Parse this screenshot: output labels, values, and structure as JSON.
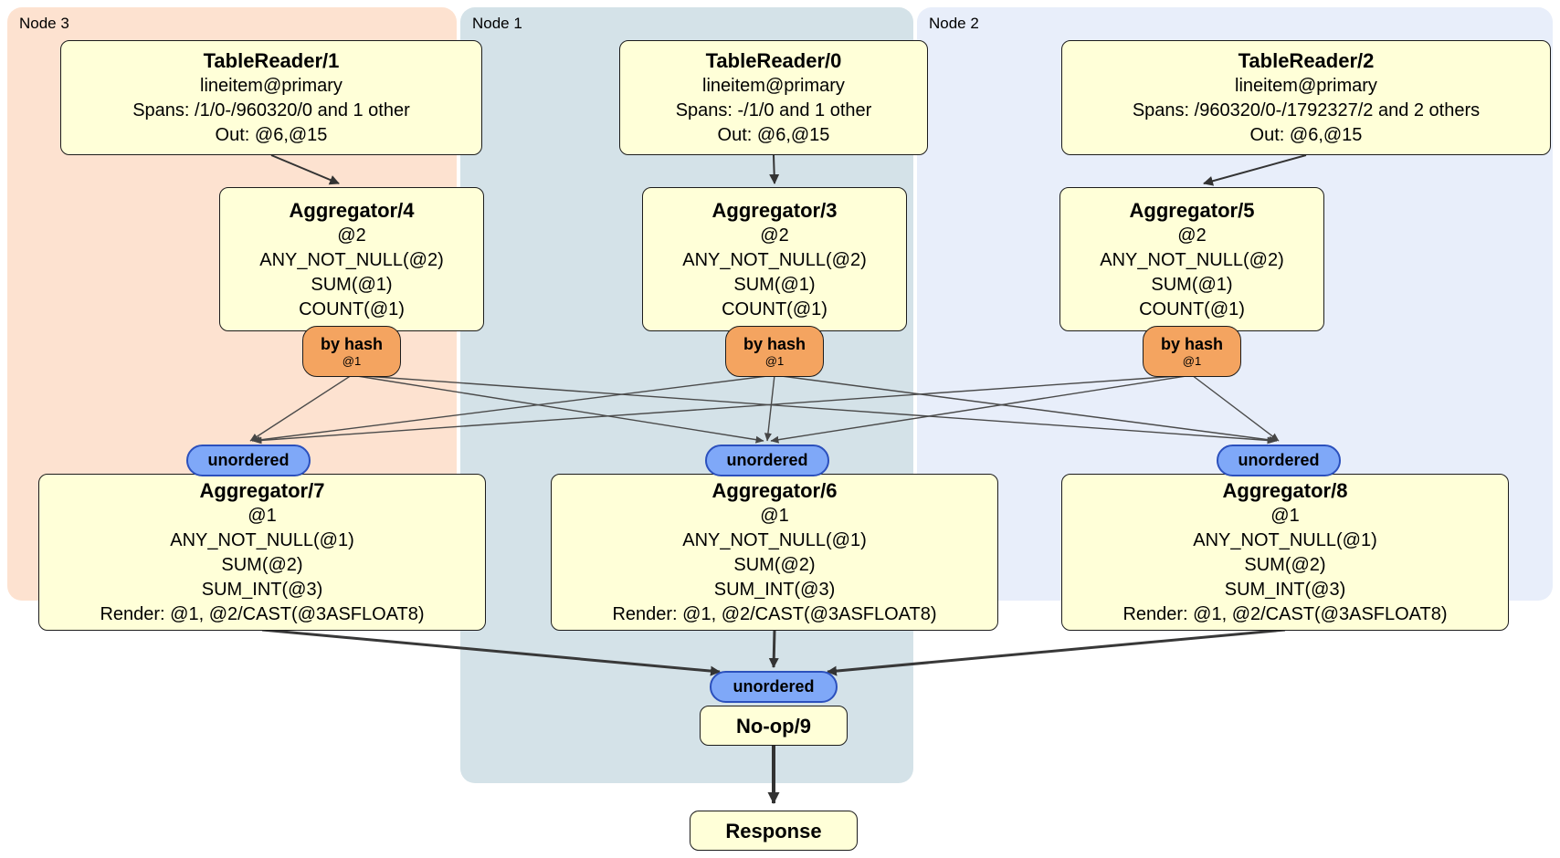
{
  "panels": {
    "node3": {
      "label": "Node 3"
    },
    "node1": {
      "label": "Node 1"
    },
    "node2": {
      "label": "Node 2"
    }
  },
  "processors": {
    "tablereader1": {
      "title": "TableReader/1",
      "lines": [
        "lineitem@primary",
        "Spans: /1/0-/960320/0 and 1 other",
        "Out: @6,@15"
      ]
    },
    "tablereader0": {
      "title": "TableReader/0",
      "lines": [
        "lineitem@primary",
        "Spans: -/1/0 and 1 other",
        "Out: @6,@15"
      ]
    },
    "tablereader2": {
      "title": "TableReader/2",
      "lines": [
        "lineitem@primary",
        "Spans: /960320/0-/1792327/2 and 2 others",
        "Out: @6,@15"
      ]
    },
    "aggregator4": {
      "title": "Aggregator/4",
      "lines": [
        "@2",
        "ANY_NOT_NULL(@2)",
        "SUM(@1)",
        "COUNT(@1)"
      ]
    },
    "aggregator3": {
      "title": "Aggregator/3",
      "lines": [
        "@2",
        "ANY_NOT_NULL(@2)",
        "SUM(@1)",
        "COUNT(@1)"
      ]
    },
    "aggregator5": {
      "title": "Aggregator/5",
      "lines": [
        "@2",
        "ANY_NOT_NULL(@2)",
        "SUM(@1)",
        "COUNT(@1)"
      ]
    },
    "aggregator7": {
      "title": "Aggregator/7",
      "lines": [
        "@1",
        "ANY_NOT_NULL(@1)",
        "SUM(@2)",
        "SUM_INT(@3)",
        "Render: @1, @2/CAST(@3ASFLOAT8)"
      ]
    },
    "aggregator6": {
      "title": "Aggregator/6",
      "lines": [
        "@1",
        "ANY_NOT_NULL(@1)",
        "SUM(@2)",
        "SUM_INT(@3)",
        "Render: @1, @2/CAST(@3ASFLOAT8)"
      ]
    },
    "aggregator8": {
      "title": "Aggregator/8",
      "lines": [
        "@1",
        "ANY_NOT_NULL(@1)",
        "SUM(@2)",
        "SUM_INT(@3)",
        "Render: @1, @2/CAST(@3ASFLOAT8)"
      ]
    },
    "noop9": {
      "title": "No-op/9"
    },
    "response": {
      "title": "Response"
    }
  },
  "routers": {
    "node3": {
      "label": "by hash",
      "detail": "@1"
    },
    "node1": {
      "label": "by hash",
      "detail": "@1"
    },
    "node2": {
      "label": "by hash",
      "detail": "@1"
    }
  },
  "synchronizers": {
    "node3": {
      "label": "unordered"
    },
    "node1": {
      "label": "unordered"
    },
    "node2": {
      "label": "unordered"
    },
    "final": {
      "label": "unordered"
    }
  },
  "colors": {
    "node3_bg": "#fde2d0",
    "node1_bg": "#d4e2e8",
    "node2_bg": "#e8eefa",
    "box_fill": "#ffffd8",
    "box_border": "#1c1c1c",
    "router_fill": "#f4a460",
    "sync_fill": "#7fa8f8",
    "sync_border": "#2b50bd",
    "edge": "#454545"
  }
}
